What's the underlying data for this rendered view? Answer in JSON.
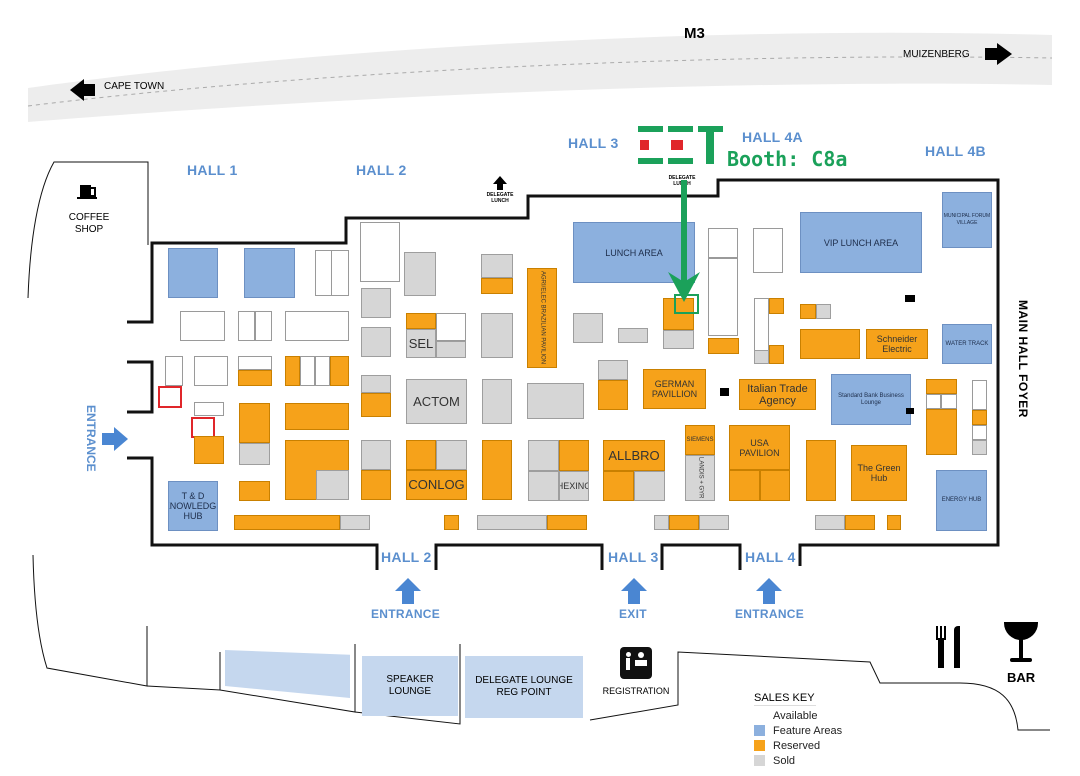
{
  "road": {
    "name": "M3",
    "west_label": "CAPE TOWN",
    "east_label": "MUIZENBERG"
  },
  "halls": {
    "hall1": "HALL 1",
    "hall2": "HALL 2",
    "hall3": "HALL 3",
    "hall4a": "HALL 4A",
    "hall4b": "HALL 4B",
    "hall2_bottom": "HALL 2",
    "hall3_bottom": "HALL 3",
    "hall4_bottom": "HALL 4"
  },
  "brand": {
    "logo_text": "CET",
    "booth_label": "Booth: C8a",
    "brand_color": "#1ba15a",
    "accent_red": "#e0262a"
  },
  "amenities": {
    "coffee_shop": "COFFEE SHOP",
    "delegate_lunch_left": "DELEGATE LUNCH",
    "delegate_lunch_right": "DELEGATE LUNCH",
    "main_hall_foyer": "MAIN HALL FOYER",
    "bar": "BAR",
    "registration": "REGISTRATION",
    "speaker_lounge": "SPEAKER LOUNGE",
    "delegate_lounge": "DELEGATE LOUNGE REG POINT"
  },
  "entrances": {
    "west": "ENTRANCE",
    "hall2": "ENTRANCE",
    "hall3": "EXIT",
    "hall4": "ENTRANCE"
  },
  "legend": {
    "title": "SALES KEY",
    "items": [
      {
        "label": "Available",
        "color": "#ffffff"
      },
      {
        "label": "Feature Areas",
        "color": "#8cb0de"
      },
      {
        "label": "Reserved",
        "color": "#f6a21a"
      },
      {
        "label": "Sold",
        "color": "#d6d6d6"
      }
    ]
  },
  "booths": {
    "lunch_area": "LUNCH AREA",
    "vip_lunch": "VIP LUNCH AREA",
    "municipal": "MUNICIPAL FORUM VILLAGE",
    "water_track": "WATER TRACK",
    "standard_bank": "Standard Bank Business Lounge",
    "energy_hub": "ENERGY HUB",
    "green_hub": "The Green Hub",
    "usa_pavilion": "USA PAVILION",
    "italian_trade": "Italian Trade Agency",
    "german_pavilion": "GERMAN PAVILLION",
    "allbro": "ALLBRO",
    "hexing": "HEXING",
    "conlog": "CONLOG",
    "actom": "ACTOM",
    "sel": "SEL",
    "td_hub": "T & D KNOWLEDGE HUB",
    "agri_pavilion": "AGRI/ELEC BRAZILIAN PAVILION",
    "schneider": "Schneider Electric",
    "siemens": "SIEMENS",
    "landis": "LANDIS + GYR",
    "c8a_id": "C8a"
  }
}
